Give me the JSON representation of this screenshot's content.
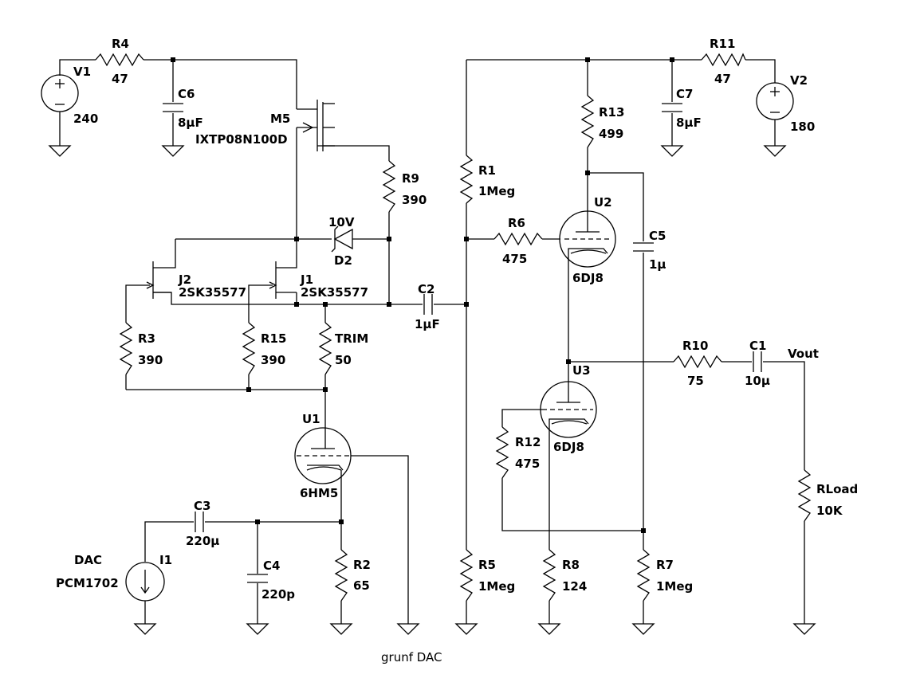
{
  "schematic": {
    "caption": "grunf DAC",
    "components": {
      "V1": {
        "name": "V1",
        "value": "240"
      },
      "V2": {
        "name": "V2",
        "value": "180"
      },
      "R4": {
        "name": "R4",
        "value": "47"
      },
      "R11": {
        "name": "R11",
        "value": "47"
      },
      "C6": {
        "name": "C6",
        "value": "8µF"
      },
      "C7": {
        "name": "C7",
        "value": "8µF"
      },
      "M5": {
        "name": "M5",
        "value": "IXTP08N100D"
      },
      "R9": {
        "name": "R9",
        "value": "390"
      },
      "R13": {
        "name": "R13",
        "value": "499"
      },
      "R1": {
        "name": "R1",
        "value": "1Meg"
      },
      "D2": {
        "name": "D2",
        "value": "10V"
      },
      "R6": {
        "name": "R6",
        "value": "475"
      },
      "U2": {
        "name": "U2",
        "value": "6DJ8"
      },
      "C5": {
        "name": "C5",
        "value": "1µ"
      },
      "J2": {
        "name": "J2",
        "value": "2SK35577"
      },
      "J1": {
        "name": "J1",
        "value": "2SK35577"
      },
      "C2": {
        "name": "C2",
        "value": "1µF"
      },
      "R3": {
        "name": "R3",
        "value": "390"
      },
      "R15": {
        "name": "R15",
        "value": "390"
      },
      "TRIM": {
        "name": "TRIM",
        "value": "50"
      },
      "R10": {
        "name": "R10",
        "value": "75"
      },
      "C1": {
        "name": "C1",
        "value": "10µ"
      },
      "U3": {
        "name": "U3",
        "value": "6DJ8"
      },
      "R12": {
        "name": "R12",
        "value": "475"
      },
      "U1": {
        "name": "U1",
        "value": "6HM5"
      },
      "RLoad": {
        "name": "RLoad",
        "value": "10K"
      },
      "C3": {
        "name": "C3",
        "value": "220µ"
      },
      "C4": {
        "name": "C4",
        "value": "220p"
      },
      "R2": {
        "name": "R2",
        "value": "65"
      },
      "R5": {
        "name": "R5",
        "value": "1Meg"
      },
      "R8": {
        "name": "R8",
        "value": "124"
      },
      "R7": {
        "name": "R7",
        "value": "1Meg"
      },
      "I1": {
        "name": "I1",
        "value": "PCM1702",
        "label": "DAC"
      }
    },
    "nets": {
      "vout": "Vout"
    }
  }
}
